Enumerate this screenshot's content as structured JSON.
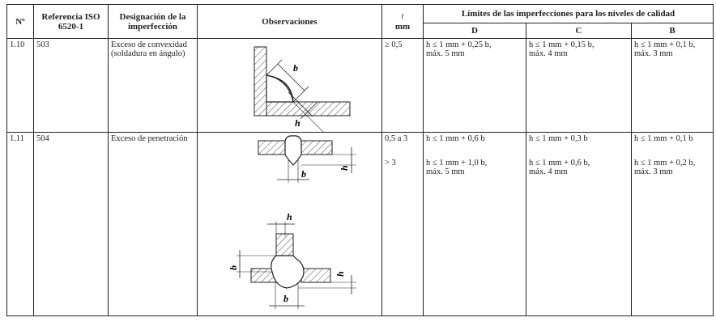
{
  "header": {
    "num": "Nº",
    "ref": "Referencia ISO 6520-1",
    "designation": "Designación de la imperfección",
    "observations": "Observaciones",
    "t_symbol": "t",
    "t_unit": "mm",
    "limits": "Límites de las imperfecciones para los niveles de calidad",
    "levels": [
      "D",
      "C",
      "B"
    ]
  },
  "rows": [
    {
      "num": "1.10",
      "ref": "503",
      "designation": "Exceso de convexidad (soldadura en ángulo)",
      "t": [
        "≥ 0,5"
      ],
      "D": [
        [
          "h ≤ 1 mm + 0,25 b,",
          "máx. 5 mm"
        ]
      ],
      "C": [
        [
          "h ≤ 1 mm + 0,15 b,",
          "máx. 4 mm"
        ]
      ],
      "B": [
        [
          "h ≤ 1 mm + 0,1 b,",
          "máx. 3 mm"
        ]
      ],
      "labels": [
        "b",
        "h"
      ]
    },
    {
      "num": "1.11",
      "ref": "504",
      "designation": "Exceso de penetración",
      "t": [
        "0,5 a 3",
        "> 3"
      ],
      "D": [
        [
          "h ≤ 1 mm + 0,6 b"
        ],
        [
          "h ≤ 1 mm + 1,0 b,",
          "máx. 5 mm"
        ]
      ],
      "C": [
        [
          "h ≤ 1 mm + 0,3 b"
        ],
        [
          "h ≤ 1 mm + 0,6 b,",
          "máx. 4 mm"
        ]
      ],
      "B": [
        [
          "h ≤ 1 mm + 0,1 b"
        ],
        [
          "h ≤ 1 mm + 0,2 b,",
          "máx. 3 mm"
        ]
      ],
      "labels": [
        "h",
        "b"
      ]
    }
  ]
}
